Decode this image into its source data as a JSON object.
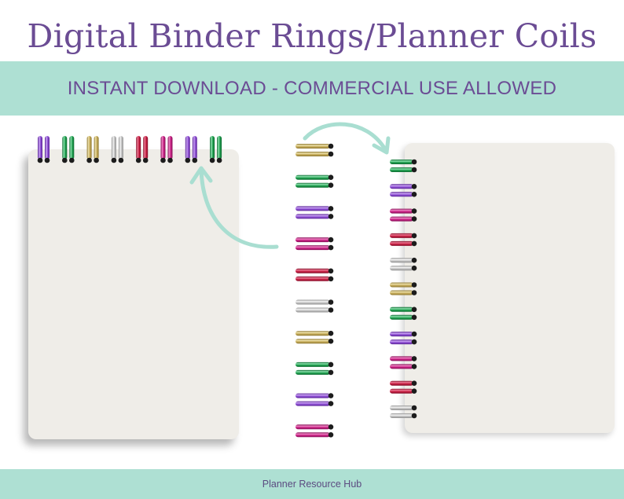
{
  "title": "Digital Binder Rings/Planner Coils",
  "banner": {
    "text": "INSTANT DOWNLOAD - COMMERCIAL USE ALLOWED"
  },
  "footer": {
    "text": "Planner Resource Hub"
  },
  "colors": {
    "title": "#6b4c94",
    "banner_text": "#6b4c94",
    "banner_bg": "#aee0d3",
    "footer_text": "#5b4a80",
    "page": "#efede8",
    "arrow": "#a9ded1"
  },
  "ring_palette": {
    "purple": {
      "light": "#c9a3f2",
      "mid": "#9152d6",
      "dark": "#5a2596"
    },
    "green": {
      "light": "#8fe3b0",
      "mid": "#21a150",
      "dark": "#0d6b31"
    },
    "gold": {
      "light": "#efe3ad",
      "mid": "#c7ad5c",
      "dark": "#8e7731"
    },
    "silver": {
      "light": "#f6f6f6",
      "mid": "#c8c8c8",
      "dark": "#8e8e8e"
    },
    "red": {
      "light": "#ef7b95",
      "mid": "#c71f43",
      "dark": "#84102a"
    },
    "magenta": {
      "light": "#ef86c4",
      "mid": "#cc2286",
      "dark": "#861157"
    }
  },
  "top_rings": [
    "purple",
    "green",
    "gold",
    "silver",
    "red",
    "magenta",
    "purple",
    "green"
  ],
  "middle_rings": [
    "gold",
    "green",
    "purple",
    "magenta",
    "red",
    "silver",
    "gold",
    "green",
    "purple",
    "magenta"
  ],
  "side_rings": [
    "green",
    "purple",
    "magenta",
    "red",
    "silver",
    "gold",
    "green",
    "purple",
    "magenta",
    "red",
    "silver"
  ]
}
